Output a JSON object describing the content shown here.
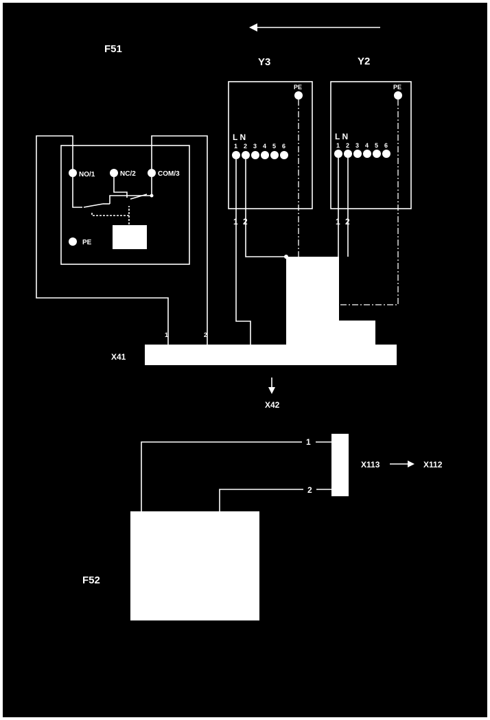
{
  "colors": {
    "background": "#000000",
    "foreground": "#ffffff",
    "border": "#ffffff"
  },
  "labels": {
    "f51": "F51",
    "y3": "Y3",
    "y2": "Y2",
    "x41": "X41",
    "x42": "X42",
    "x113": "X113",
    "x112": "X112",
    "f52": "F52",
    "pe": "PE"
  },
  "relay": {
    "terminals": [
      "NO/1",
      "NC/2",
      "COM/3"
    ],
    "pe": "PE"
  },
  "valve": {
    "ln_header": "L N",
    "pins": [
      "1",
      "2",
      "3",
      "4",
      "5",
      "6"
    ],
    "pe": "PE",
    "wire_numbers": [
      "1",
      "2"
    ]
  },
  "x41_wires": [
    "1",
    "2"
  ],
  "x113_wires": [
    "1",
    "2"
  ]
}
